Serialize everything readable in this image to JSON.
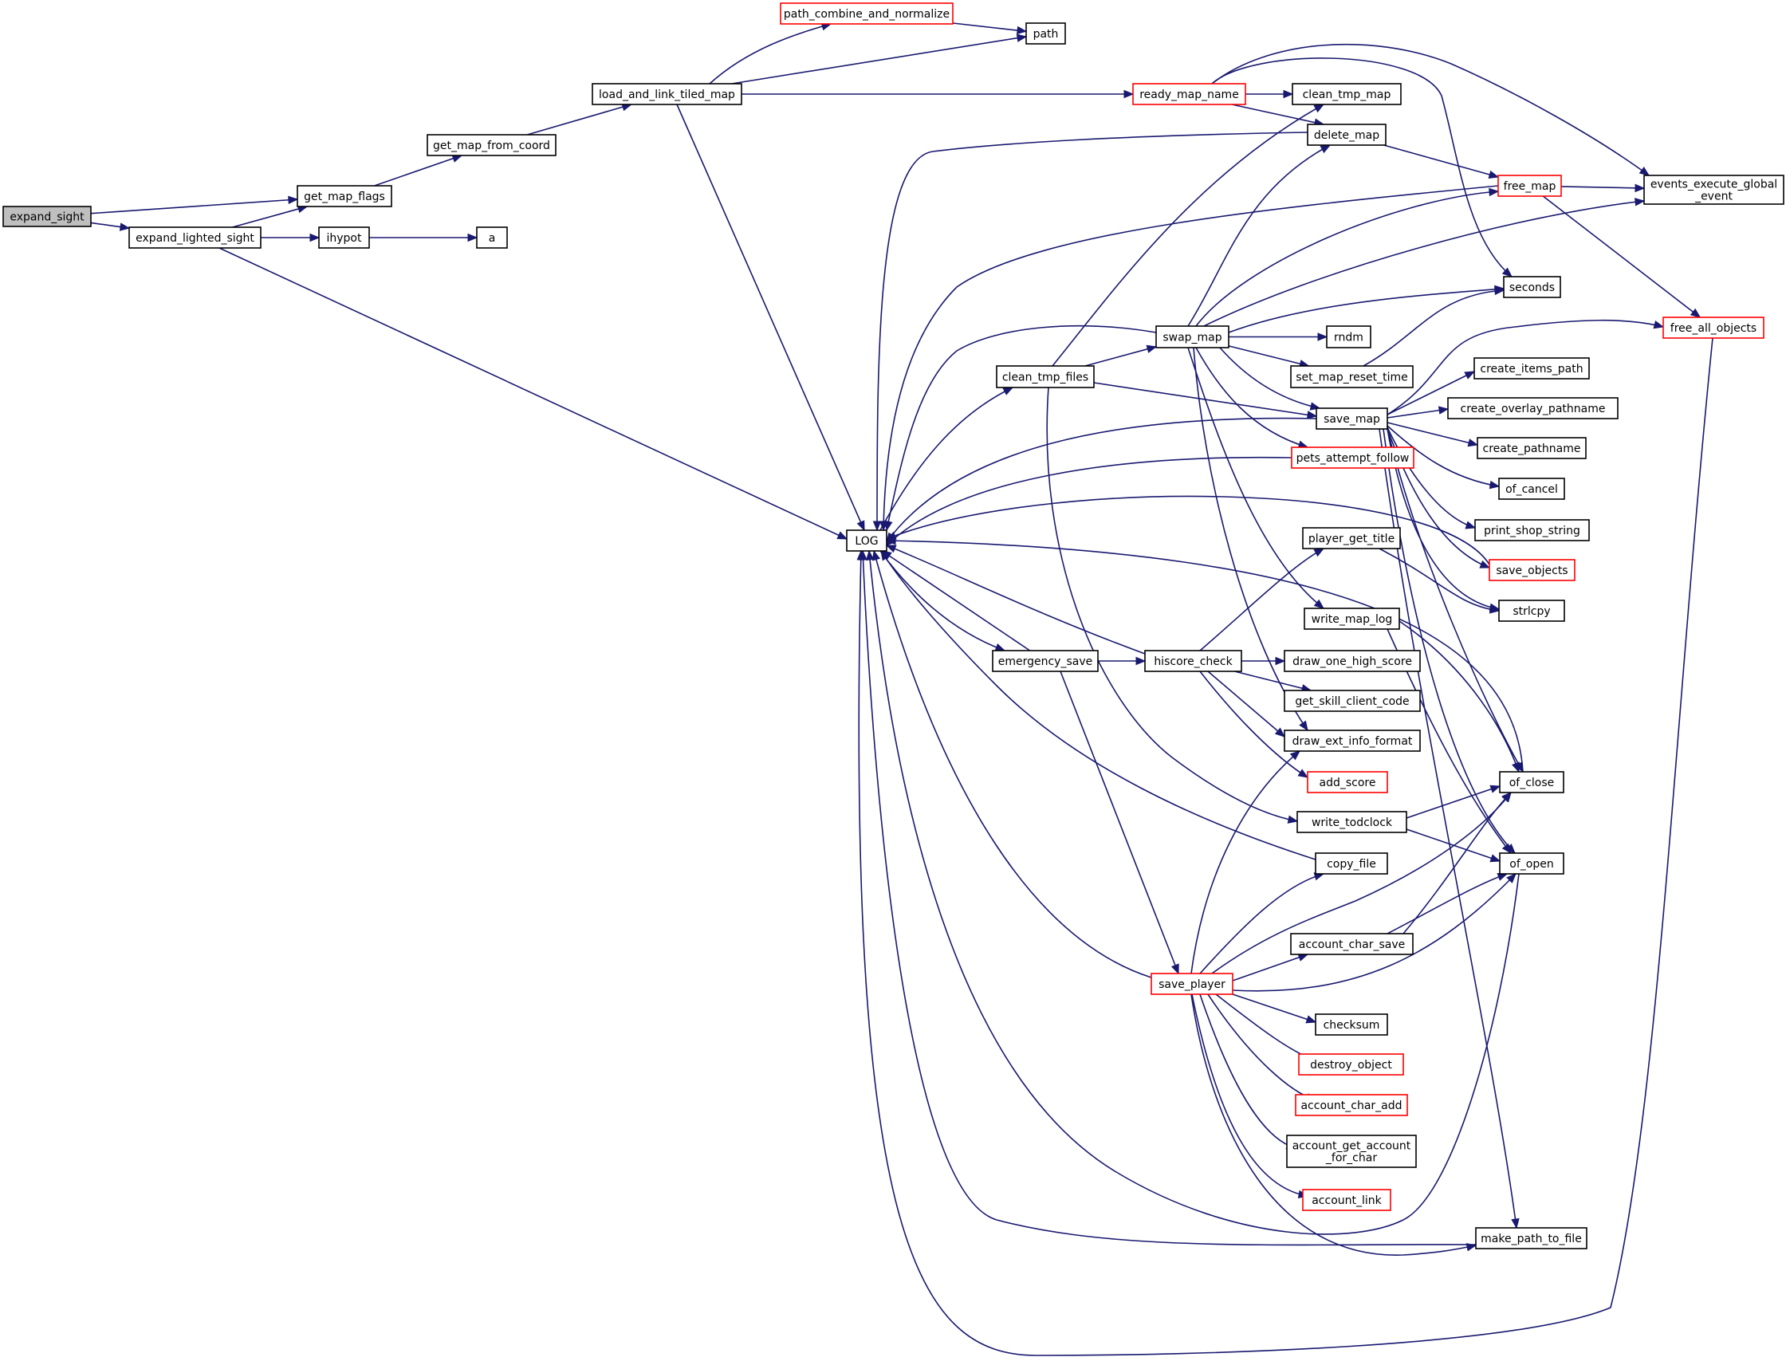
{
  "graph": {
    "colors": {
      "edge": "#191970",
      "node_border": "#000000",
      "truncated_node_border": "#ff0000",
      "root_fill": "#bfbfbf"
    },
    "nodes": {
      "expand_sight": {
        "lines": [
          "expand_sight"
        ],
        "root": true
      },
      "get_map_flags": {
        "lines": [
          "get_map_flags"
        ]
      },
      "expand_lighted_sight": {
        "lines": [
          "expand_lighted_sight"
        ]
      },
      "ihypot": {
        "lines": [
          "ihypot"
        ]
      },
      "a": {
        "lines": [
          "a"
        ]
      },
      "get_map_from_coord": {
        "lines": [
          "get_map_from_coord"
        ]
      },
      "load_and_link_tiled_map": {
        "lines": [
          "load_and_link_tiled_map"
        ]
      },
      "path_combine_and_normalize": {
        "lines": [
          "path_combine_and_normalize"
        ],
        "truncated": true
      },
      "path": {
        "lines": [
          "path"
        ]
      },
      "ready_map_name": {
        "lines": [
          "ready_map_name"
        ],
        "truncated": true
      },
      "clean_tmp_map": {
        "lines": [
          "clean_tmp_map"
        ]
      },
      "delete_map": {
        "lines": [
          "delete_map"
        ]
      },
      "free_map": {
        "lines": [
          "free_map"
        ],
        "truncated": true
      },
      "events_execute_global_event": {
        "lines": [
          "events_execute_global",
          "_event"
        ]
      },
      "seconds": {
        "lines": [
          "seconds"
        ]
      },
      "swap_map": {
        "lines": [
          "swap_map"
        ]
      },
      "rndm": {
        "lines": [
          "rndm"
        ]
      },
      "free_all_objects": {
        "lines": [
          "free_all_objects"
        ],
        "truncated": true
      },
      "set_map_reset_time": {
        "lines": [
          "set_map_reset_time"
        ]
      },
      "create_items_path": {
        "lines": [
          "create_items_path"
        ]
      },
      "clean_tmp_files": {
        "lines": [
          "clean_tmp_files"
        ]
      },
      "save_map": {
        "lines": [
          "save_map"
        ]
      },
      "create_overlay_pathname": {
        "lines": [
          "create_overlay_pathname"
        ]
      },
      "create_pathname": {
        "lines": [
          "create_pathname"
        ]
      },
      "pets_attempt_follow": {
        "lines": [
          "pets_attempt_follow"
        ],
        "truncated": true
      },
      "of_cancel": {
        "lines": [
          "of_cancel"
        ]
      },
      "LOG": {
        "lines": [
          "LOG"
        ]
      },
      "print_shop_string": {
        "lines": [
          "print_shop_string"
        ]
      },
      "player_get_title": {
        "lines": [
          "player_get_title"
        ]
      },
      "save_objects": {
        "lines": [
          "save_objects"
        ],
        "truncated": true
      },
      "strlcpy": {
        "lines": [
          "strlcpy"
        ]
      },
      "write_map_log": {
        "lines": [
          "write_map_log"
        ]
      },
      "emergency_save": {
        "lines": [
          "emergency_save"
        ]
      },
      "hiscore_check": {
        "lines": [
          "hiscore_check"
        ]
      },
      "draw_one_high_score": {
        "lines": [
          "draw_one_high_score"
        ]
      },
      "get_skill_client_code": {
        "lines": [
          "get_skill_client_code"
        ]
      },
      "draw_ext_info_format": {
        "lines": [
          "draw_ext_info_format"
        ]
      },
      "add_score": {
        "lines": [
          "add_score"
        ],
        "truncated": true
      },
      "of_close": {
        "lines": [
          "of_close"
        ]
      },
      "write_todclock": {
        "lines": [
          "write_todclock"
        ]
      },
      "copy_file": {
        "lines": [
          "copy_file"
        ]
      },
      "of_open": {
        "lines": [
          "of_open"
        ]
      },
      "account_char_save": {
        "lines": [
          "account_char_save"
        ]
      },
      "save_player": {
        "lines": [
          "save_player"
        ],
        "truncated": true
      },
      "checksum": {
        "lines": [
          "checksum"
        ]
      },
      "destroy_object": {
        "lines": [
          "destroy_object"
        ],
        "truncated": true
      },
      "account_char_add": {
        "lines": [
          "account_char_add"
        ],
        "truncated": true
      },
      "account_get_account_for_char": {
        "lines": [
          "account_get_account",
          "_for_char"
        ]
      },
      "account_link": {
        "lines": [
          "account_link"
        ],
        "truncated": true
      },
      "make_path_to_file": {
        "lines": [
          "make_path_to_file"
        ]
      }
    },
    "edges": [
      [
        "expand_sight",
        "get_map_flags"
      ],
      [
        "expand_sight",
        "expand_lighted_sight"
      ],
      [
        "expand_lighted_sight",
        "get_map_flags"
      ],
      [
        "expand_lighted_sight",
        "ihypot"
      ],
      [
        "expand_lighted_sight",
        "LOG"
      ],
      [
        "ihypot",
        "a"
      ],
      [
        "get_map_flags",
        "get_map_from_coord"
      ],
      [
        "get_map_from_coord",
        "load_and_link_tiled_map"
      ],
      [
        "load_and_link_tiled_map",
        "path_combine_and_normalize"
      ],
      [
        "load_and_link_tiled_map",
        "path"
      ],
      [
        "load_and_link_tiled_map",
        "ready_map_name"
      ],
      [
        "load_and_link_tiled_map",
        "LOG"
      ],
      [
        "path_combine_and_normalize",
        "path"
      ],
      [
        "ready_map_name",
        "clean_tmp_map"
      ],
      [
        "ready_map_name",
        "delete_map"
      ],
      [
        "ready_map_name",
        "events_execute_global_event"
      ],
      [
        "ready_map_name",
        "seconds"
      ],
      [
        "delete_map",
        "free_map"
      ],
      [
        "delete_map",
        "LOG"
      ],
      [
        "free_map",
        "events_execute_global_event"
      ],
      [
        "free_map",
        "free_all_objects"
      ],
      [
        "free_map",
        "LOG"
      ],
      [
        "free_all_objects",
        "LOG"
      ],
      [
        "swap_map",
        "delete_map"
      ],
      [
        "swap_map",
        "free_map"
      ],
      [
        "swap_map",
        "events_execute_global_event"
      ],
      [
        "swap_map",
        "seconds"
      ],
      [
        "swap_map",
        "rndm"
      ],
      [
        "swap_map",
        "set_map_reset_time"
      ],
      [
        "swap_map",
        "save_map"
      ],
      [
        "swap_map",
        "pets_attempt_follow"
      ],
      [
        "swap_map",
        "write_map_log"
      ],
      [
        "swap_map",
        "draw_ext_info_format"
      ],
      [
        "swap_map",
        "LOG"
      ],
      [
        "set_map_reset_time",
        "seconds"
      ],
      [
        "clean_tmp_files",
        "clean_tmp_map"
      ],
      [
        "clean_tmp_files",
        "swap_map"
      ],
      [
        "clean_tmp_files",
        "save_map"
      ],
      [
        "clean_tmp_files",
        "write_todclock"
      ],
      [
        "LOG",
        "clean_tmp_files"
      ],
      [
        "LOG",
        "emergency_save"
      ],
      [
        "save_map",
        "free_all_objects"
      ],
      [
        "save_map",
        "create_items_path"
      ],
      [
        "save_map",
        "create_overlay_pathname"
      ],
      [
        "save_map",
        "create_pathname"
      ],
      [
        "save_map",
        "of_cancel"
      ],
      [
        "save_map",
        "print_shop_string"
      ],
      [
        "save_map",
        "save_objects"
      ],
      [
        "save_map",
        "strlcpy"
      ],
      [
        "save_map",
        "of_close"
      ],
      [
        "save_map",
        "of_open"
      ],
      [
        "save_map",
        "make_path_to_file"
      ],
      [
        "save_map",
        "LOG"
      ],
      [
        "pets_attempt_follow",
        "LOG"
      ],
      [
        "player_get_title",
        "strlcpy"
      ],
      [
        "write_map_log",
        "of_close"
      ],
      [
        "write_map_log",
        "of_open"
      ],
      [
        "emergency_save",
        "hiscore_check"
      ],
      [
        "emergency_save",
        "save_player"
      ],
      [
        "emergency_save",
        "LOG"
      ],
      [
        "hiscore_check",
        "player_get_title"
      ],
      [
        "hiscore_check",
        "draw_one_high_score"
      ],
      [
        "hiscore_check",
        "get_skill_client_code"
      ],
      [
        "hiscore_check",
        "draw_ext_info_format"
      ],
      [
        "hiscore_check",
        "add_score"
      ],
      [
        "hiscore_check",
        "LOG"
      ],
      [
        "write_todclock",
        "of_close"
      ],
      [
        "write_todclock",
        "of_open"
      ],
      [
        "copy_file",
        "LOG"
      ],
      [
        "account_char_save",
        "of_close"
      ],
      [
        "account_char_save",
        "of_open"
      ],
      [
        "save_player",
        "draw_ext_info_format"
      ],
      [
        "save_player",
        "copy_file"
      ],
      [
        "save_player",
        "of_close"
      ],
      [
        "save_player",
        "account_char_save"
      ],
      [
        "save_player",
        "of_open"
      ],
      [
        "save_player",
        "checksum"
      ],
      [
        "save_player",
        "destroy_object"
      ],
      [
        "save_player",
        "account_char_add"
      ],
      [
        "save_player",
        "account_get_account_for_char"
      ],
      [
        "save_player",
        "account_link"
      ],
      [
        "save_player",
        "make_path_to_file"
      ],
      [
        "save_player",
        "LOG"
      ],
      [
        "save_objects",
        "LOG"
      ],
      [
        "of_close",
        "LOG"
      ],
      [
        "of_open",
        "LOG"
      ],
      [
        "make_path_to_file",
        "LOG"
      ]
    ]
  }
}
